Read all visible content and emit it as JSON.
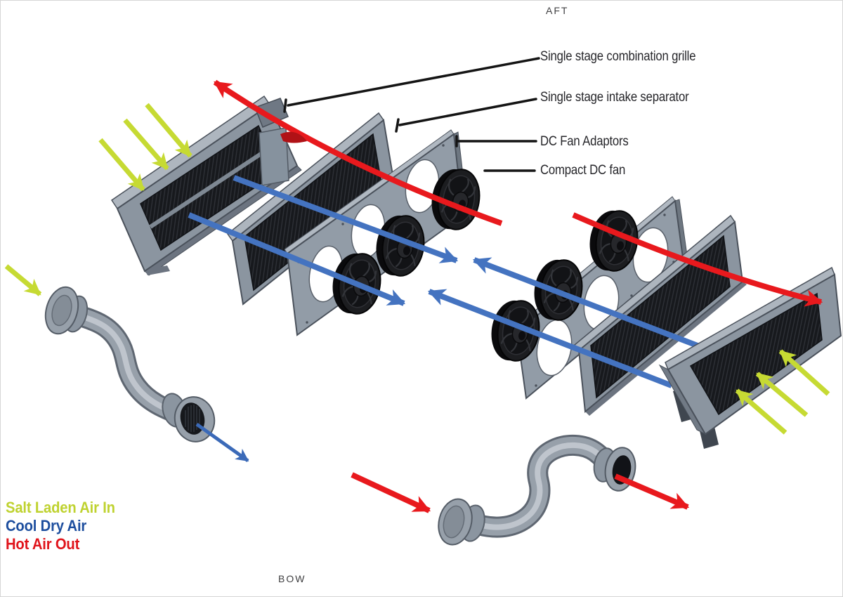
{
  "orientation": {
    "aft": "AFT",
    "bow": "BOW"
  },
  "callouts": [
    {
      "label": "Single stage combination grille"
    },
    {
      "label": "Single stage intake separator"
    },
    {
      "label": "DC Fan Adaptors"
    },
    {
      "label": "Compact DC fan"
    }
  ],
  "legend": [
    {
      "label": "Salt Laden Air In",
      "color": "#bfd230"
    },
    {
      "label": "Cool Dry Air",
      "color": "#1d4e9e"
    },
    {
      "label": "Hot Air Out",
      "color": "#e0141b"
    }
  ],
  "airflow_colors": {
    "salt_laden_air_in": "#c6da33",
    "cool_dry_air": "#4473c0",
    "hot_air_out": "#e8191d"
  },
  "diagram": {
    "panel_color": "#8b95a0",
    "louver_color": "#17191d",
    "callout_line_color": "#141414"
  }
}
